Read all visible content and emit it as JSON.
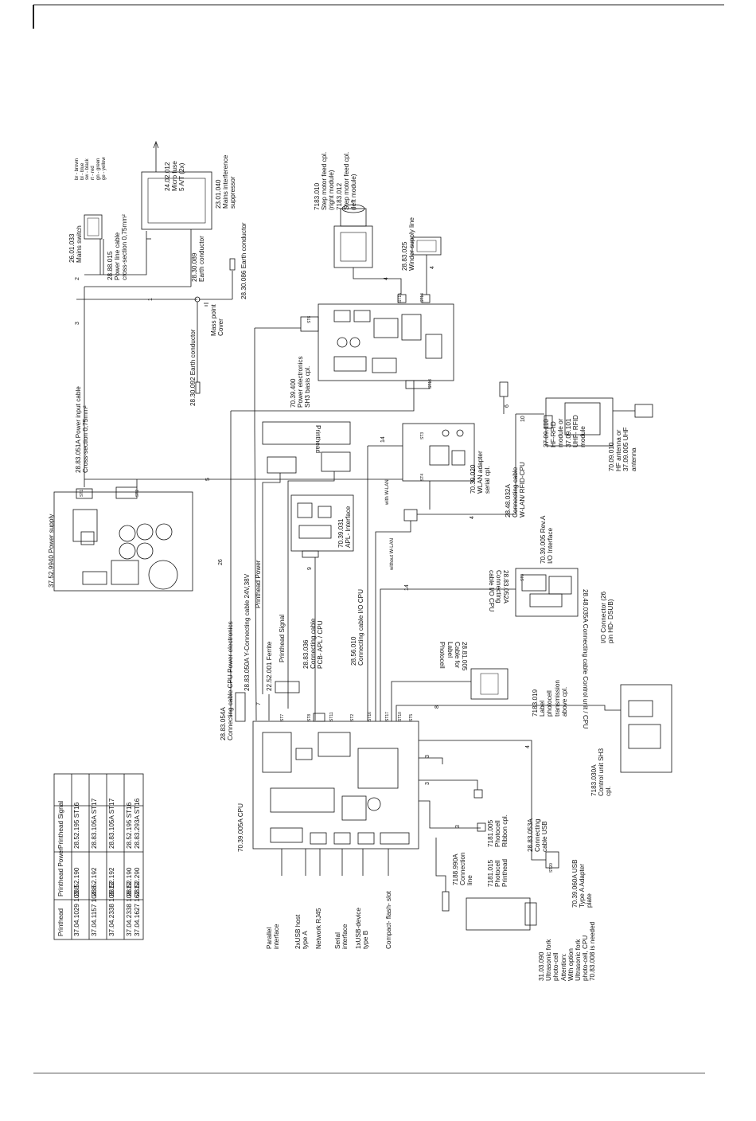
{
  "table": {
    "headers": [
      "Printhead",
      "Printhead Power",
      "Printhead Signal"
    ],
    "rows": [
      [
        "37.04.1029 103.8",
        "28.52.190",
        "28.52.195 ST16"
      ],
      [
        "37.04.1157 104.8",
        "28.52.192",
        "28.83.105A ST17"
      ],
      [
        "37.04.2338 106.12",
        "28.52.192",
        "28.83.105A ST17"
      ],
      [
        "37.04.2338 108.12",
        "28.52.190",
        "28.52.195 ST16"
      ],
      [
        "37.04.1627 162.12",
        "28.52.290",
        "28.83.293A ST16"
      ]
    ]
  },
  "labels": {
    "fuse": "24.02.012\nMicro fuse\n5 A/T (2x)",
    "suppressor": "23.01.040\nMains interference\nsuppressor",
    "color_codes": "br - brown\nbl - blue\nsw - black\nrt - red\ngn - green\nge - yellow",
    "mains_switch": "26.01.033\nMains switch",
    "power_line_cable": "28.88.015\nPower line cable\ncross-section 0,75mm²",
    "earth_089": "28.30.089\nEarth conductor",
    "earth_086": "28.30.086 Earth conductor",
    "earth_092": "28.30.092 Earth conductor",
    "mass_point": "Mass point\nCover",
    "step_motor": "7183.010\nStep motor feed cpl.\n(right module)\n7183.012\nStep motor feed cpl.\n(left module)",
    "winder": "28.83.025\nWinder supply line",
    "power_electronics": "70.39.400\nPower electronics\nSH3 basis cpl.",
    "power_input_cable": "28.83.051A Power input cable\nCross-section 0,75mm²",
    "power_supply": "37.52.9940 Power supply",
    "printhead": "Printhead",
    "cable_cpu_power": "28.83.054A\nConnecting cable CPU Power electronics",
    "y_cable": "28.83.050A Y-Connecting cable 24V,38V",
    "printhead_power": "Printhead Power",
    "ferrite": "22.52.001 Ferrite",
    "printhead_signal": "Printhead Signal",
    "pcb_apl_cable": "28.83.036\nConnecting cable\nPCB- APL / CPU",
    "apl_interface": "70.39.031\nAPL- Interface",
    "io_cpu_cable": "28.56.010\nConnecting cable I/O CPU",
    "with_wlan": "with W-LAN",
    "without_wlan": "without W-LAN",
    "wlan_adapter": "70.39.020\nWLAN adapter\nserial cpl.",
    "wlan_rfid_cable": "28.48.032A\nConnecting cable\nW-LAN/ RFID-CPU",
    "rfid_module": "37.09.110\nHF-RFID\nmodule or\n37.09.101\nUHF- RFID\nmodule",
    "antenna": "70.09.010\nHF antenna or\n37.09.005 UHF\nantenna",
    "io_interface": "70.39.005 Rev.A\nI/O Interface",
    "io_connector": "I/O Connector (26\npin HD- DSUB)",
    "io_cable_flipped": "28.83.052A\nConnecting\ncable I/O CPU",
    "photocell_cable_flipped": "28.81.005\nCable for\nLabel\nPhotocell",
    "label_photocell": "7183.019\nLabel\nphotocell\ntransmission\nabove cpl.",
    "control_cable_flipped": "28.48.035A Connecting cable Control unit / CPU",
    "control_unit": "7183.030A\nControl unit SH3\ncpl.",
    "cpu": "70.39.005A CPU",
    "ribbon_photocell": "7181.005\nPhotocell\nRibbon cpl.",
    "printhead_photocell": "7181.015\nPhotocell\nPrinthead",
    "usb_cable": "28.83.053A\nConnecting\ncable USB",
    "usb_adapter": "70.39.060A USB\nType A Adapter\nplate",
    "connection_line": "7188.990A\nConnection\nline",
    "ultrasonic": "31.03.090\nUltrasonic fork\nphoto-cell\nAttention:\nWith option\nUltrasonic fork\nphoto-cell, CPU\n70.83.008 is needed",
    "parallel": "Parallel\ninterface",
    "usb_host": "2xUSB host\ntype A",
    "network": "Network RJ45",
    "serial": "Serial\ninterface",
    "usb_device": "1xUSB-device\ntype B",
    "compact_flash": "Compact- flash- slot",
    "st_labels": [
      "ST6",
      "ST15",
      "ST14",
      "ST18",
      "ST1",
      "ST2",
      "ST3",
      "ST4",
      "ST7",
      "ST8",
      "ST11",
      "ST2",
      "ST16",
      "ST17",
      "ST10",
      "ST5",
      "ST20",
      "ST9"
    ]
  },
  "wire_numbers": [
    "1",
    "2",
    "3",
    "4",
    "4",
    "5",
    "6",
    "7",
    "8",
    "9",
    "10",
    "14",
    "14",
    "26",
    "3",
    "3",
    "3",
    "4",
    "4"
  ]
}
